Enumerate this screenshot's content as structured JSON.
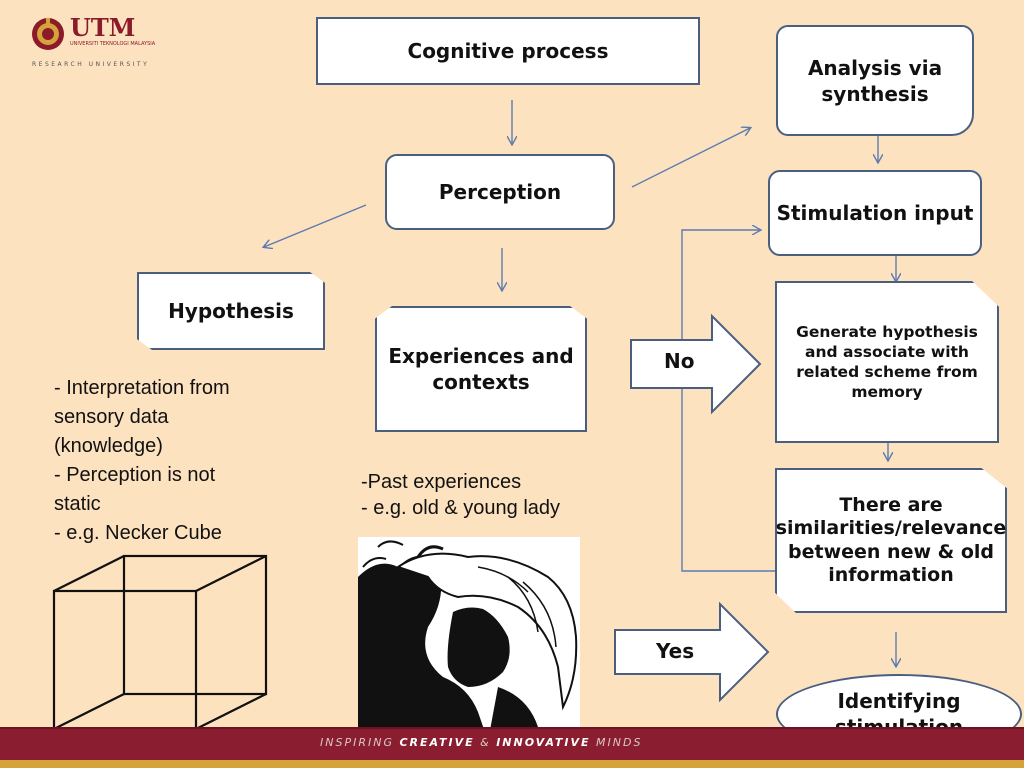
{
  "logo": {
    "name": "UTM",
    "subtitle": "UNIVERSITI TEKNOLOGI MALAYSIA",
    "tagline": "RESEARCH UNIVERSITY"
  },
  "boxes": {
    "cognitive_process": "Cognitive process",
    "analysis_via_synthesis": "Analysis via synthesis",
    "perception": "Perception",
    "stimulation_input": "Stimulation input",
    "hypothesis": "Hypothesis",
    "experiences_contexts": "Experiences and contexts",
    "generate_hypothesis": "Generate hypothesis and associate with related scheme from memory",
    "similarities": "There are similarities/relevance between new & old information",
    "identifying_stimulation": "Identifying stimulation"
  },
  "arrows": {
    "no_label": "No",
    "yes_label": "Yes"
  },
  "notes": {
    "hypothesis_notes": [
      "- Interpretation from",
      "sensory data",
      "(knowledge)",
      "- Perception is not",
      "static",
      "- e.g. Necker Cube"
    ],
    "experience_notes": [
      "-Past experiences",
      "- e.g. old & young lady"
    ]
  },
  "footer": {
    "part1": "INSPIRING",
    "part2": "CREATIVE",
    "part3": "&",
    "part4": "INNOVATIVE",
    "part5": "MINDS"
  },
  "colors": {
    "background": "#fde2c0",
    "box_border": "#4a5f80",
    "connector": "#5b7bb0",
    "footer_band": "#8a1d2f",
    "footer_gold": "#d5a33a",
    "logo": "#8b1a2b"
  }
}
